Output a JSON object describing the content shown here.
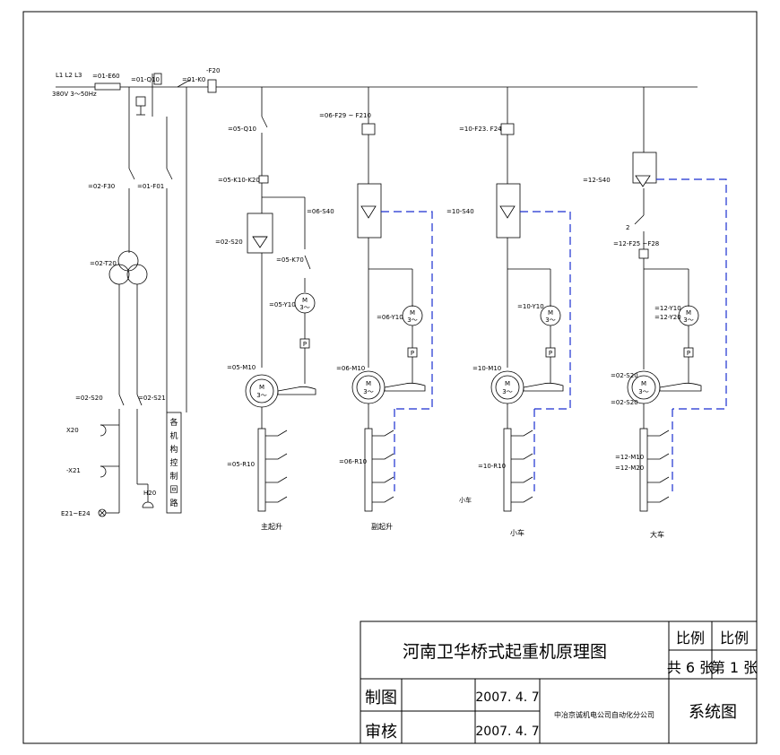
{
  "power": {
    "phases": "L1 L2 L3",
    "supply": "380V 3～50Hz",
    "e60": "=01-E60",
    "q10": "=01-Q10",
    "k0": "=01-K0",
    "f20": "-F20"
  },
  "left": {
    "f30": "=02-F30",
    "f01": "=01-F01",
    "t20": "=02-T20",
    "s20": "=02-S20",
    "s21": "=02-S21",
    "x20": "X20",
    "x21": "-X21",
    "e21": "E21~E24",
    "h20": "H20",
    "control_box": [
      "各",
      "机",
      "构",
      "控",
      "制",
      "回",
      "路"
    ]
  },
  "main_hoist": {
    "q10": "=05-Q10",
    "k10": "=05-K10-K20",
    "s20": "=02-S20",
    "k70": "=05-K70",
    "y10": "=05-Y10",
    "m10": "=05-M10",
    "r10": "=05-R10",
    "caption": "主起升"
  },
  "aux_hoist": {
    "f29": "=06-F29 ~ F210",
    "s40": "=06-S40",
    "y10": "=06-Y10",
    "m10": "=06-M10",
    "r10": "=06-R10",
    "caption": "副起升"
  },
  "trolley": {
    "f23": "=10-F23. F24",
    "s40": "=10-S40",
    "y10": "=10-Y10",
    "m10": "=10-M10",
    "r10": "=10-R10",
    "note": "小车",
    "caption": "小车"
  },
  "bridge": {
    "s40": "=12-S40",
    "two": "2",
    "f25": "=12-F25 ~F28",
    "y10": "=12-Y10",
    "y20": "=12-Y20",
    "s20a": "=02-S20",
    "s20b": "=02-S20",
    "m10": "=12-M10",
    "m20": "=12-M20",
    "caption": "大车"
  },
  "motor_symbol": {
    "m": "M",
    "three": "3～",
    "p": "P"
  },
  "title_block": {
    "scale1": "比例",
    "scale2": "比例",
    "title": "河南卫华桥式起重机原理图",
    "total": "共 6 张",
    "sheet": "第 1 张",
    "drawn": "制图",
    "reviewed": "审核",
    "date1": "2007. 4. 7",
    "date2": "2007. 4. 7",
    "company": "中冶京诚机电公司自动化分公司",
    "type": "系统图"
  },
  "colors": {
    "line": "#000000",
    "mech_link": "#1a2fd0"
  }
}
